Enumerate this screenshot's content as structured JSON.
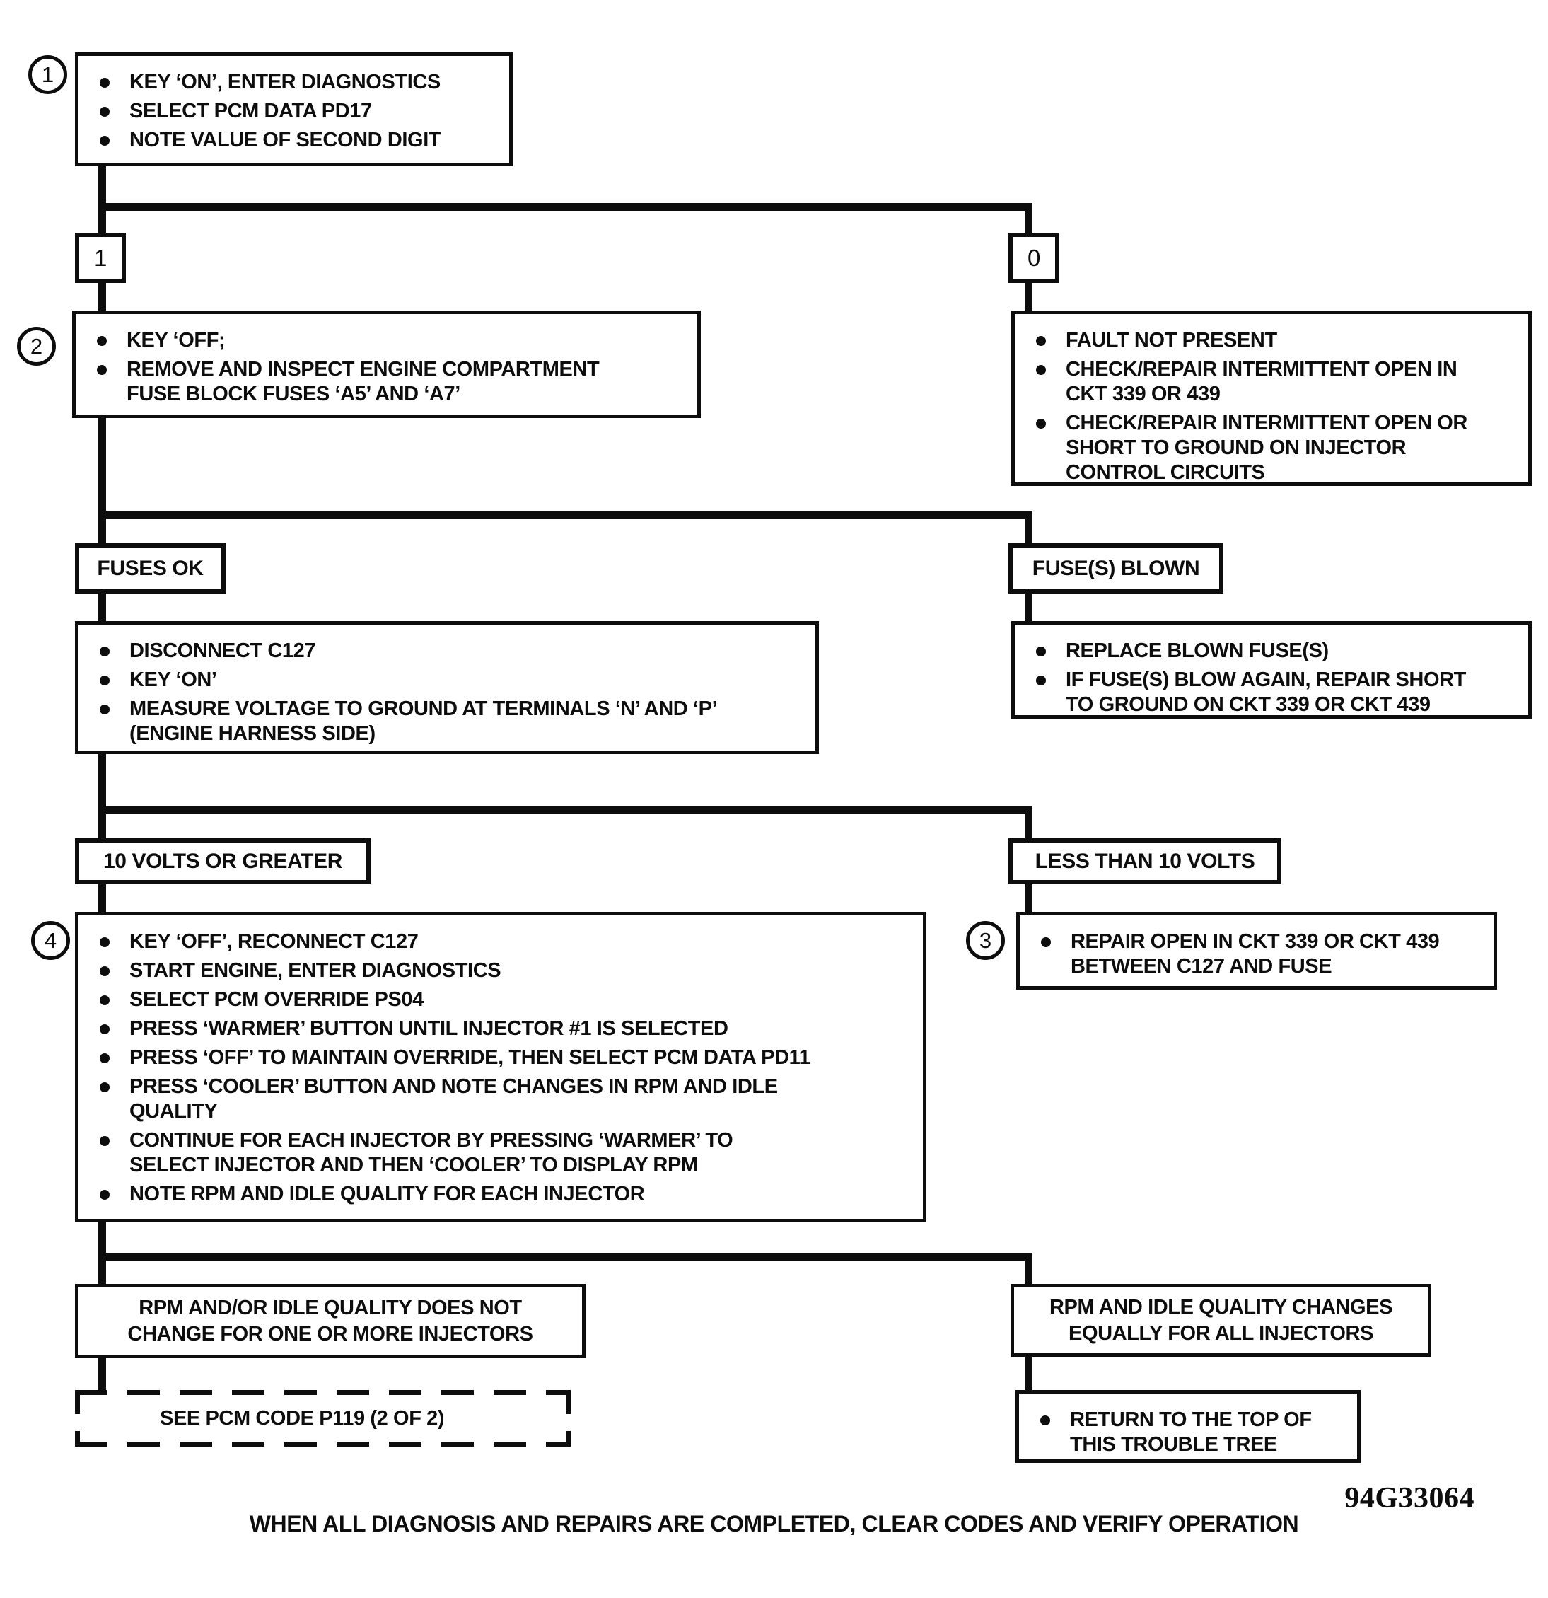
{
  "colors": {
    "ink": "#0d0d0d",
    "paper": "#ffffff"
  },
  "doc": {
    "figure_code": "94G33064",
    "footer_note": "WHEN ALL DIAGNOSIS AND REPAIRS ARE COMPLETED, CLEAR CODES AND VERIFY OPERATION"
  },
  "flow": {
    "step1": {
      "badge": "1",
      "bullets": [
        "KEY ‘ON’, ENTER DIAGNOSTICS",
        "SELECT PCM DATA PD17",
        "NOTE VALUE OF SECOND DIGIT"
      ]
    },
    "branch_digit_1": "1",
    "branch_digit_0": "0",
    "step2": {
      "badge": "2",
      "bullets": [
        "KEY ‘OFF;",
        "REMOVE AND INSPECT ENGINE COMPARTMENT\nFUSE BLOCK FUSES ‘A5’ AND ‘A7’"
      ]
    },
    "fault_not_present": {
      "bullets": [
        "FAULT NOT PRESENT",
        "CHECK/REPAIR INTERMITTENT OPEN IN\nCKT 339 OR 439",
        "CHECK/REPAIR INTERMITTENT OPEN OR\nSHORT TO GROUND ON INJECTOR\nCONTROL CIRCUITS"
      ]
    },
    "label_fuses_ok": "FUSES OK",
    "label_fuses_blown": "FUSE(S) BLOWN",
    "measure_voltage": {
      "bullets": [
        "DISCONNECT C127",
        "KEY ‘ON’",
        "MEASURE VOLTAGE TO GROUND AT TERMINALS ‘N’ AND ‘P’\n(ENGINE HARNESS SIDE)"
      ]
    },
    "replace_fuses": {
      "bullets": [
        "REPLACE BLOWN FUSE(S)",
        "IF FUSE(S) BLOW AGAIN, REPAIR SHORT\nTO GROUND ON CKT 339 OR CKT 439"
      ]
    },
    "label_10v_or_greater": "10 VOLTS OR GREATER",
    "label_less_than_10v": "LESS THAN 10 VOLTS",
    "step4": {
      "badge": "4",
      "bullets": [
        "KEY ‘OFF’, RECONNECT C127",
        "START ENGINE, ENTER DIAGNOSTICS",
        "SELECT PCM OVERRIDE PS04",
        "PRESS ‘WARMER’ BUTTON UNTIL INJECTOR #1 IS SELECTED",
        "PRESS ‘OFF’ TO MAINTAIN OVERRIDE, THEN SELECT PCM DATA PD11",
        "PRESS ‘COOLER’ BUTTON AND NOTE CHANGES IN RPM AND IDLE\nQUALITY",
        "CONTINUE FOR EACH INJECTOR BY PRESSING ‘WARMER’ TO\nSELECT INJECTOR AND THEN ‘COOLER’ TO DISPLAY RPM",
        "NOTE RPM AND IDLE QUALITY FOR EACH INJECTOR"
      ]
    },
    "step3": {
      "badge": "3",
      "bullets": [
        "REPAIR OPEN IN CKT 339 OR CKT 439\nBETWEEN C127 AND FUSE"
      ]
    },
    "result_no_change": {
      "lines": [
        "RPM AND/OR IDLE QUALITY DOES NOT",
        "CHANGE FOR ONE OR MORE INJECTORS"
      ]
    },
    "result_equal_change": {
      "lines": [
        "RPM AND IDLE QUALITY CHANGES",
        "EQUALLY FOR ALL INJECTORS"
      ]
    },
    "see_code": "SEE PCM CODE P119 (2 OF 2)",
    "return_to_top": {
      "bullets": [
        "RETURN TO THE TOP OF\nTHIS TROUBLE TREE"
      ]
    }
  }
}
